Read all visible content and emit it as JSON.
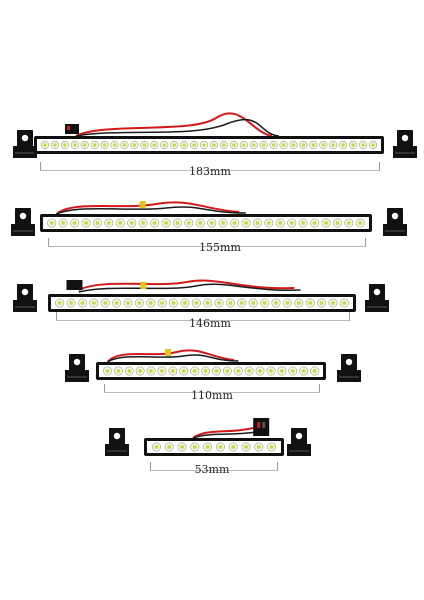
{
  "light_bars": [
    {
      "label": "183mm",
      "led_count": 34
    },
    {
      "label": "155mm",
      "led_count": 28
    },
    {
      "label": "146mm",
      "led_count": 26
    },
    {
      "label": "110mm",
      "led_count": 20
    },
    {
      "label": "53mm",
      "led_count": 10
    }
  ],
  "colors": {
    "housing": "#111111",
    "led_face": "#f4f6ea",
    "led_center": "#c9d83a",
    "wire_red": "#d21a1a",
    "wire_black": "#1a1a1a",
    "connector_yellow": "#e7c21a"
  }
}
